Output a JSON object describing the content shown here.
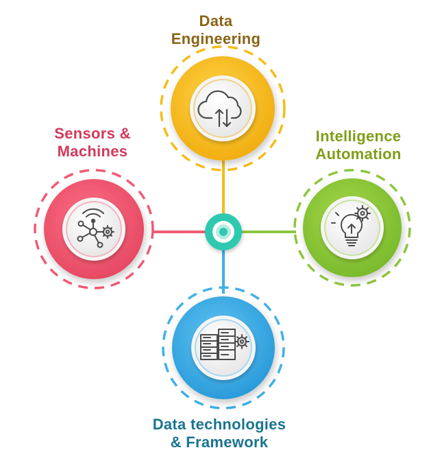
{
  "colors": {
    "data_engineering": "#8a6416",
    "sensors_machines": "#d23a5a",
    "intelligence_automation": "#7f9e19",
    "data_technologies": "#1a7490",
    "yellow": "#f4bd16",
    "red": "#f05a74",
    "green": "#8dc63f",
    "blue": "#3fb0e8",
    "hub": "#2ec9b0",
    "icon_stroke": "#4a4a4a"
  },
  "nodes": {
    "data_engineering": {
      "line1": "Data",
      "line2": "Engineering",
      "icon": "cloud-sync-icon"
    },
    "sensors_machines": {
      "line1": "Sensors &",
      "line2": "Machines",
      "icon": "wireless-network-gear-icon"
    },
    "intelligence_automation": {
      "line1": "Intelligence",
      "line2": "Automation",
      "icon": "lightbulb-gear-icon"
    },
    "data_technologies": {
      "line1": "Data technologies",
      "line2": "& Framework",
      "icon": "server-rack-gear-icon"
    }
  }
}
